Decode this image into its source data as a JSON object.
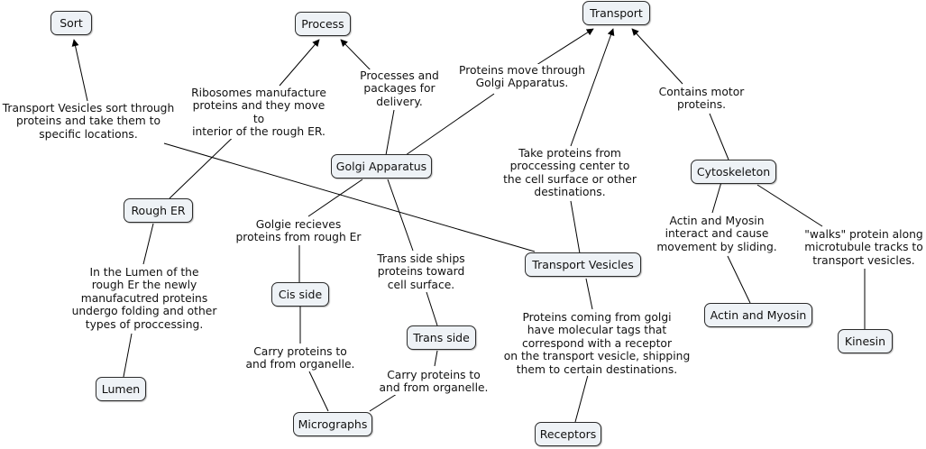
{
  "concepts": {
    "sort": "Sort",
    "process": "Process",
    "transport": "Transport",
    "golgi": "Golgi Apparatus",
    "rough_er": "Rough ER",
    "cytoskeleton": "Cytoskeleton",
    "transport_vesicles": "Transport Vesicles",
    "cis_side": "Cis side",
    "trans_side": "Trans side",
    "actin_myosin": "Actin and Myosin",
    "kinesin": "Kinesin",
    "lumen": "Lumen",
    "micrographs": "Micrographs",
    "receptors": "Receptors"
  },
  "links": {
    "vesicles_sort": "Transport Vesicles sort through\nproteins and take them to\nspecific locations.",
    "ribosomes": "Ribosomes manufacture\nproteins and they move to\ninterior of the rough ER.",
    "processes_packages": "Processes and\npackages for\ndelivery.",
    "proteins_move": "Proteins move through\nGolgi Apparatus.",
    "motor_proteins": "Contains motor\nproteins.",
    "take_proteins": "Take proteins from\nproccessing center to\nthe cell surface or other\ndestinations.",
    "golgie_recieves": "Golgie recieves\nproteins from rough Er",
    "trans_ships": "Trans side ships\nproteins toward\ncell surface.",
    "actin_interact": "Actin and Myosin\ninteract and cause\nmovement by sliding.",
    "walks": "\"walks\" protein along\nmicrotubule tracks to\ntransport vesicles.",
    "lumen_folding": "In the Lumen of the\nrough Er the newly\nmanufacutred proteins\nundergo folding and other\ntypes of proccessing.",
    "carry_cis": "Carry proteins to\nand from organelle.",
    "carry_trans": "Carry proteins to\nand from organelle.",
    "molecular_tags": "Proteins coming from golgi\nhave molecular tags that\ncorrespond with a receptor\non the transport vesicle, shipping\nthem to certain destinations."
  }
}
